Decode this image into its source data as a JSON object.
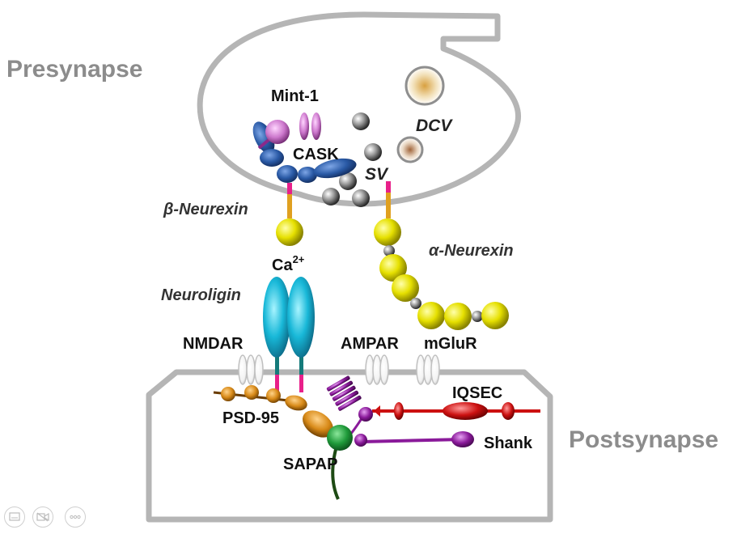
{
  "labels": {
    "presynapse": "Presynapse",
    "postsynapse": "Postsynapse",
    "mint1": "Mint-1",
    "dcv": "DCV",
    "cask": "CASK",
    "sv": "SV",
    "beta_neurexin": "β-Neurexin",
    "alpha_neurexin": "α-Neurexin",
    "ca": "Ca",
    "ca_sup": "2+",
    "neuroligin": "Neuroligin",
    "nmdar": "NMDAR",
    "ampar": "AMPAR",
    "mglur": "mGluR",
    "iqsec": "IQSEC",
    "psd95": "PSD-95",
    "shank": "Shank",
    "sapap": "SAPAP"
  },
  "colors": {
    "membrane": "#b5b5b5",
    "neurexin": "#e6e000",
    "neuroligin": "#18b8d8",
    "cask": "#2a5aa6",
    "mint1": "#cc77cc",
    "psd95": "#d88a18",
    "sapap": "#1f9a3a",
    "shank": "#8a1a9a",
    "iqsec": "#cc1010"
  },
  "controls": [
    {
      "name": "slides-icon"
    },
    {
      "name": "camera-off-icon"
    },
    {
      "name": "more-icon"
    }
  ]
}
